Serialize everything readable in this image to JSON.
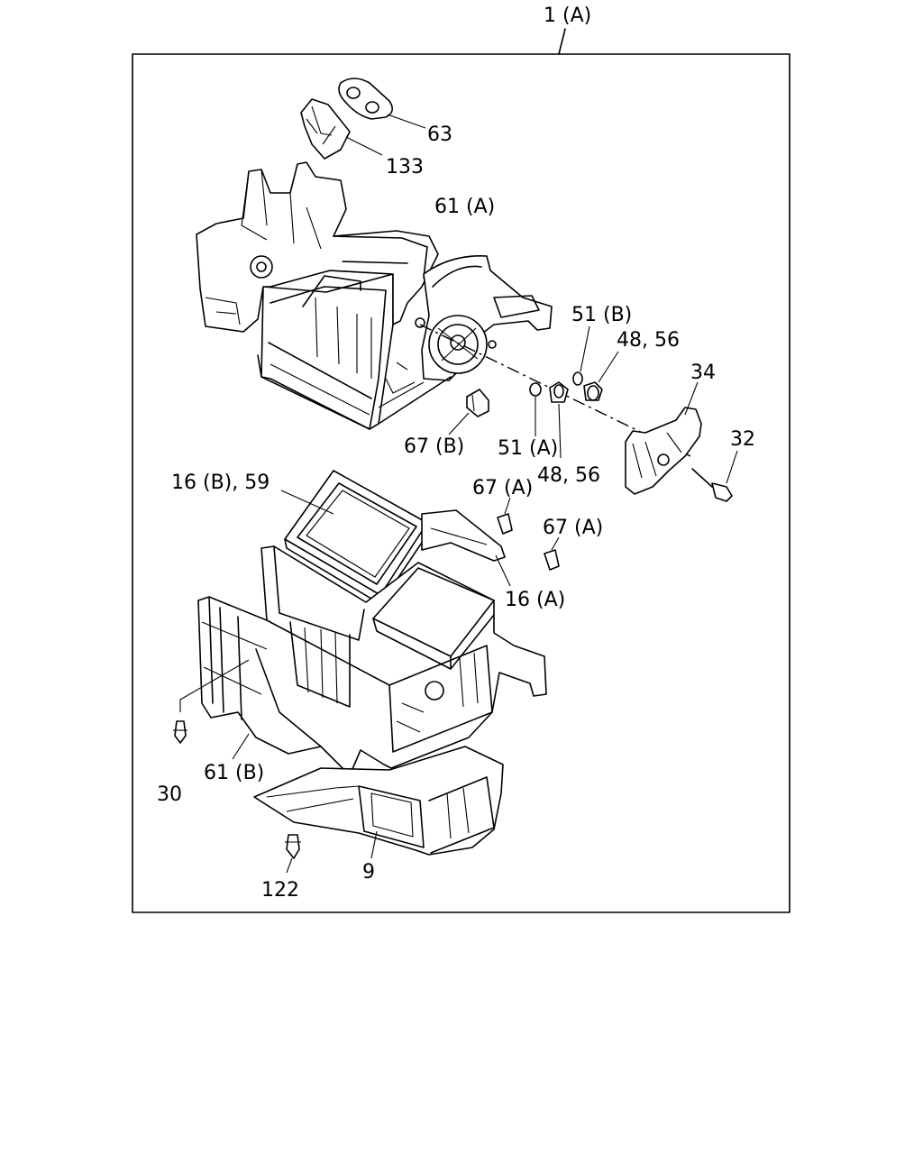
{
  "diagram": {
    "assembly_label": "1 (A)",
    "callouts": [
      {
        "id": "c63",
        "text": "63"
      },
      {
        "id": "c133",
        "text": "133"
      },
      {
        "id": "c61a",
        "text": "61 (A)"
      },
      {
        "id": "c51b",
        "text": "51 (B)"
      },
      {
        "id": "c4856a",
        "text": "48, 56"
      },
      {
        "id": "c34",
        "text": "34"
      },
      {
        "id": "c32",
        "text": "32"
      },
      {
        "id": "c67b",
        "text": "67 (B)"
      },
      {
        "id": "c51a",
        "text": "51 (A)"
      },
      {
        "id": "c4856b",
        "text": "48, 56"
      },
      {
        "id": "c16b59",
        "text": "16 (B), 59"
      },
      {
        "id": "c67a1",
        "text": "67 (A)"
      },
      {
        "id": "c67a2",
        "text": "67 (A)"
      },
      {
        "id": "c16a",
        "text": "16 (A)"
      },
      {
        "id": "c30",
        "text": "30"
      },
      {
        "id": "c61b",
        "text": "61 (B)"
      },
      {
        "id": "c122",
        "text": "122"
      },
      {
        "id": "c9",
        "text": "9"
      }
    ]
  }
}
